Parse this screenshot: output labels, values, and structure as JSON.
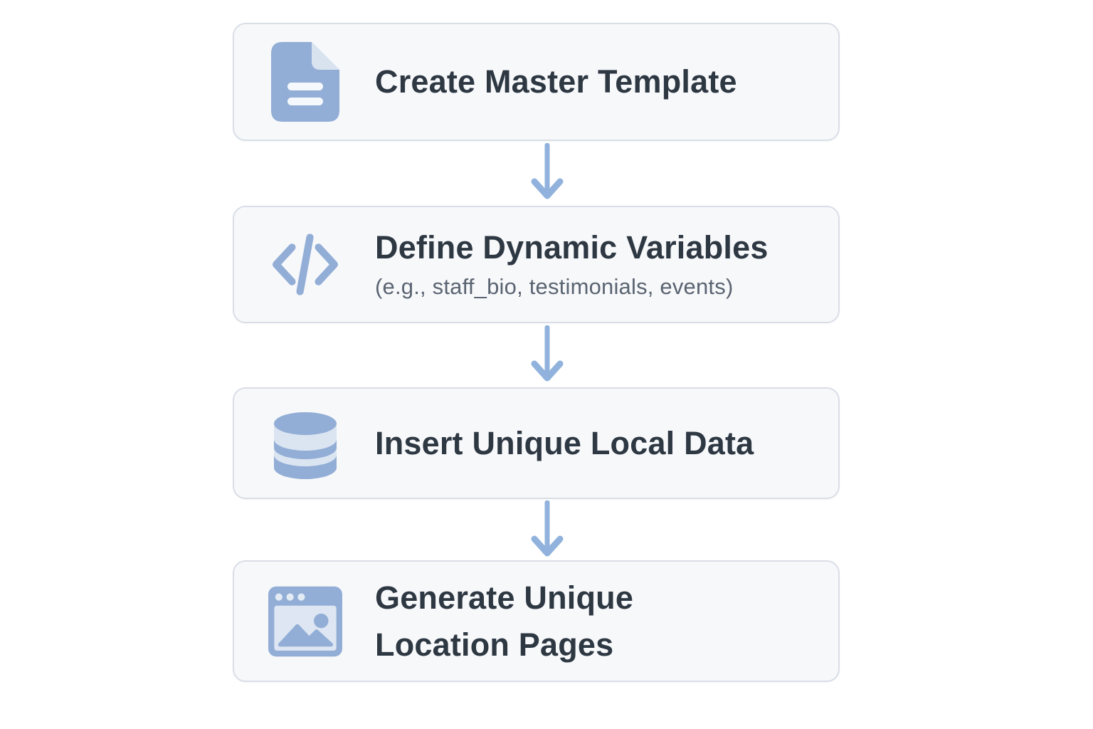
{
  "diagram": {
    "title_hint": "Location page generation flowchart",
    "colors": {
      "background": "#ffffff",
      "box_fill": "#f7f8fa",
      "box_border": "#d9dee6",
      "icon_blue": "#92aed6",
      "icon_light": "#dce6f2",
      "arrow_blue": "#90b2dc",
      "heading_text": "#2e3843",
      "subtitle_text": "#5a6471"
    },
    "steps": [
      {
        "icon": "document-icon",
        "title": "Create Master Template",
        "subtitle": ""
      },
      {
        "icon": "code-icon",
        "title": "Define Dynamic Variables",
        "subtitle": "(e.g., staff_bio, testimonials, events)"
      },
      {
        "icon": "database-icon",
        "title": "Insert Unique Local Data",
        "subtitle": ""
      },
      {
        "icon": "browser-image-icon",
        "title": "Generate Unique Location Pages",
        "subtitle": ""
      }
    ],
    "connectors": [
      {
        "icon": "arrow-down-icon"
      },
      {
        "icon": "arrow-down-icon"
      },
      {
        "icon": "arrow-down-icon"
      }
    ]
  }
}
